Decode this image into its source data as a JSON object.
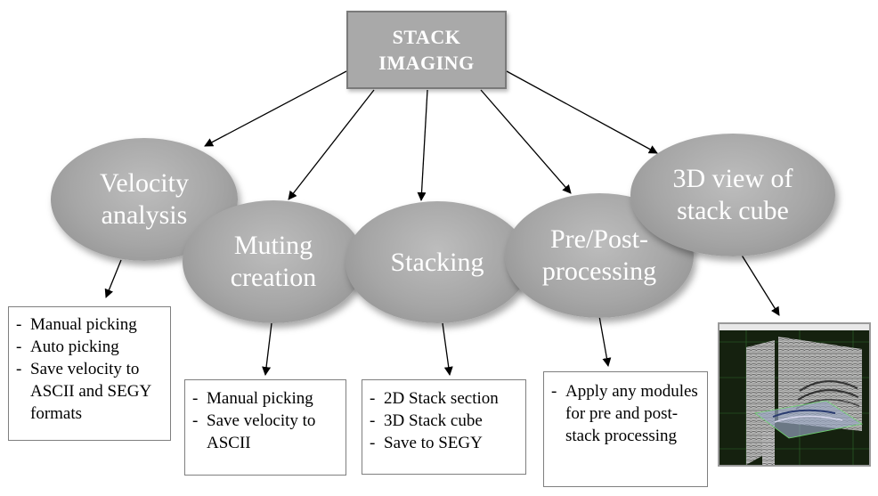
{
  "root": {
    "line1": "STACK",
    "line2": "IMAGING"
  },
  "nodes": [
    {
      "line1": "Velocity",
      "line2": "analysis",
      "items": [
        "Manual picking",
        "Auto picking",
        "Save velocity to ASCII and SEGY formats"
      ]
    },
    {
      "line1": "Muting",
      "line2": "creation",
      "items": [
        "Manual picking",
        "Save velocity to ASCII"
      ]
    },
    {
      "line1": "Stacking",
      "line2": "",
      "items": [
        "2D Stack section",
        "3D Stack cube",
        "Save to SEGY"
      ]
    },
    {
      "line1": "Pre/Post-",
      "line2": "processing",
      "items": [
        "Apply any modules for pre and post-stack processing"
      ]
    },
    {
      "line1": "3D view of",
      "line2": "stack cube",
      "items": []
    }
  ],
  "colors": {
    "node_fill": "#a6a6a6",
    "node_text": "#ffffff",
    "box_border": "#7f7f7f"
  }
}
